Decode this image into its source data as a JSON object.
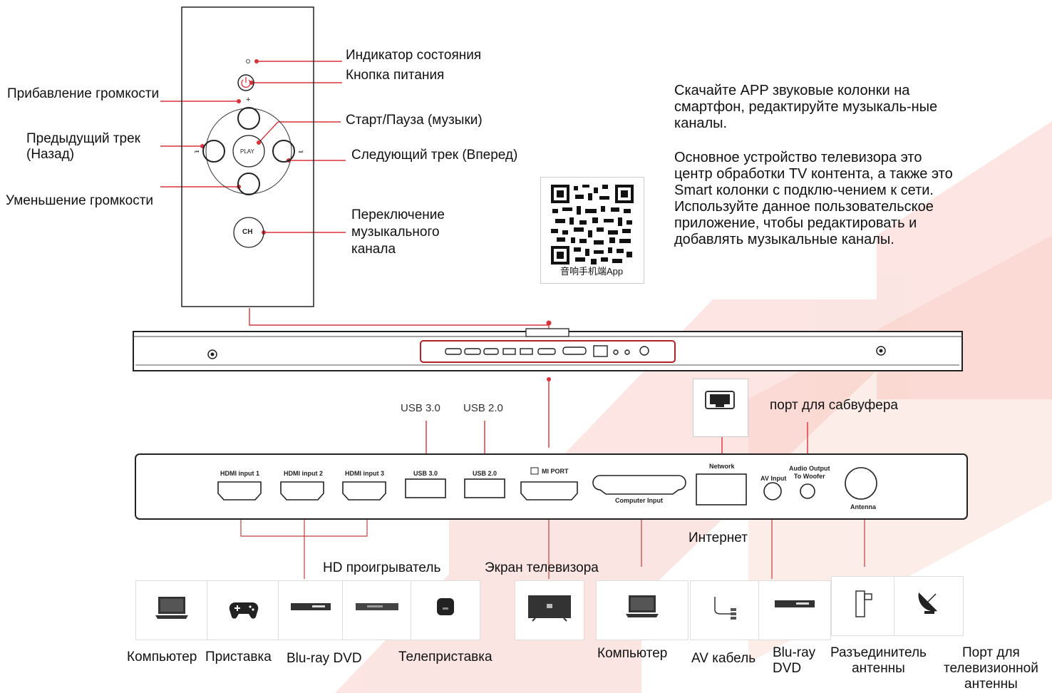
{
  "remote": {
    "status_indicator": "Индикатор состояния",
    "power_button": "Кнопка питания",
    "volume_up": "Прибавление громкости",
    "play_pause": "Старт/Пауза (музыки)",
    "prev_track": "Предыдущий трек\n(Назад)",
    "next_track": "Следующий трек (Вперед)",
    "volume_down": "Уменьшение громкости",
    "channel_switch": "Переключение\nмузыкального\nканала",
    "play_label": "PLAY",
    "ch_label": "CH",
    "plus_label": "+"
  },
  "info": {
    "paragraph1": "Скачайте APP звуковые колонки на смартфон, редактируйте музыкаль-ные каналы.",
    "paragraph2": "Основное устройство телевизора это центр обработки TV контента, а также это Smart колонки с подклю-чением к сети. Используйте данное пользовательское приложение, чтобы редактировать и добавлять музыкальные каналы.",
    "qr_caption": "音响手机端App"
  },
  "panel": {
    "usb30_top": "USB 3.0",
    "usb20_top": "USB 2.0",
    "subwoofer_port": "порт для сабвуфера",
    "ports": {
      "hdmi1": "HDMI input 1",
      "hdmi2": "HDMI input 2",
      "hdmi3": "HDMI input 3",
      "usb30": "USB 3.0",
      "usb20": "USB 2.0",
      "mi_port": "MI PORT",
      "computer_input": "Computer Input",
      "network": "Network",
      "av_input": "AV Input",
      "audio_out": "Audio Output\nTo Woofer",
      "antenna": "Antenna"
    }
  },
  "groups": {
    "internet": "Интернет",
    "hd_player": "HD проигрыватель",
    "tv_screen": "Экран телевизора"
  },
  "devices": {
    "computer1": "Компьютер",
    "console": "Приставка",
    "bluray1": "Blu-ray DVD",
    "settop": "Телеприставка",
    "computer2": "Компьютер",
    "av_cable": "AV кабель",
    "bluray2": "Blu-ray\nDVD",
    "splitter": "Разъединитель\nантенны",
    "antenna_port": "Порт для\nтелевизионной\nантенны"
  },
  "colors": {
    "accent_red": "#d9333a",
    "outline": "#222222"
  }
}
